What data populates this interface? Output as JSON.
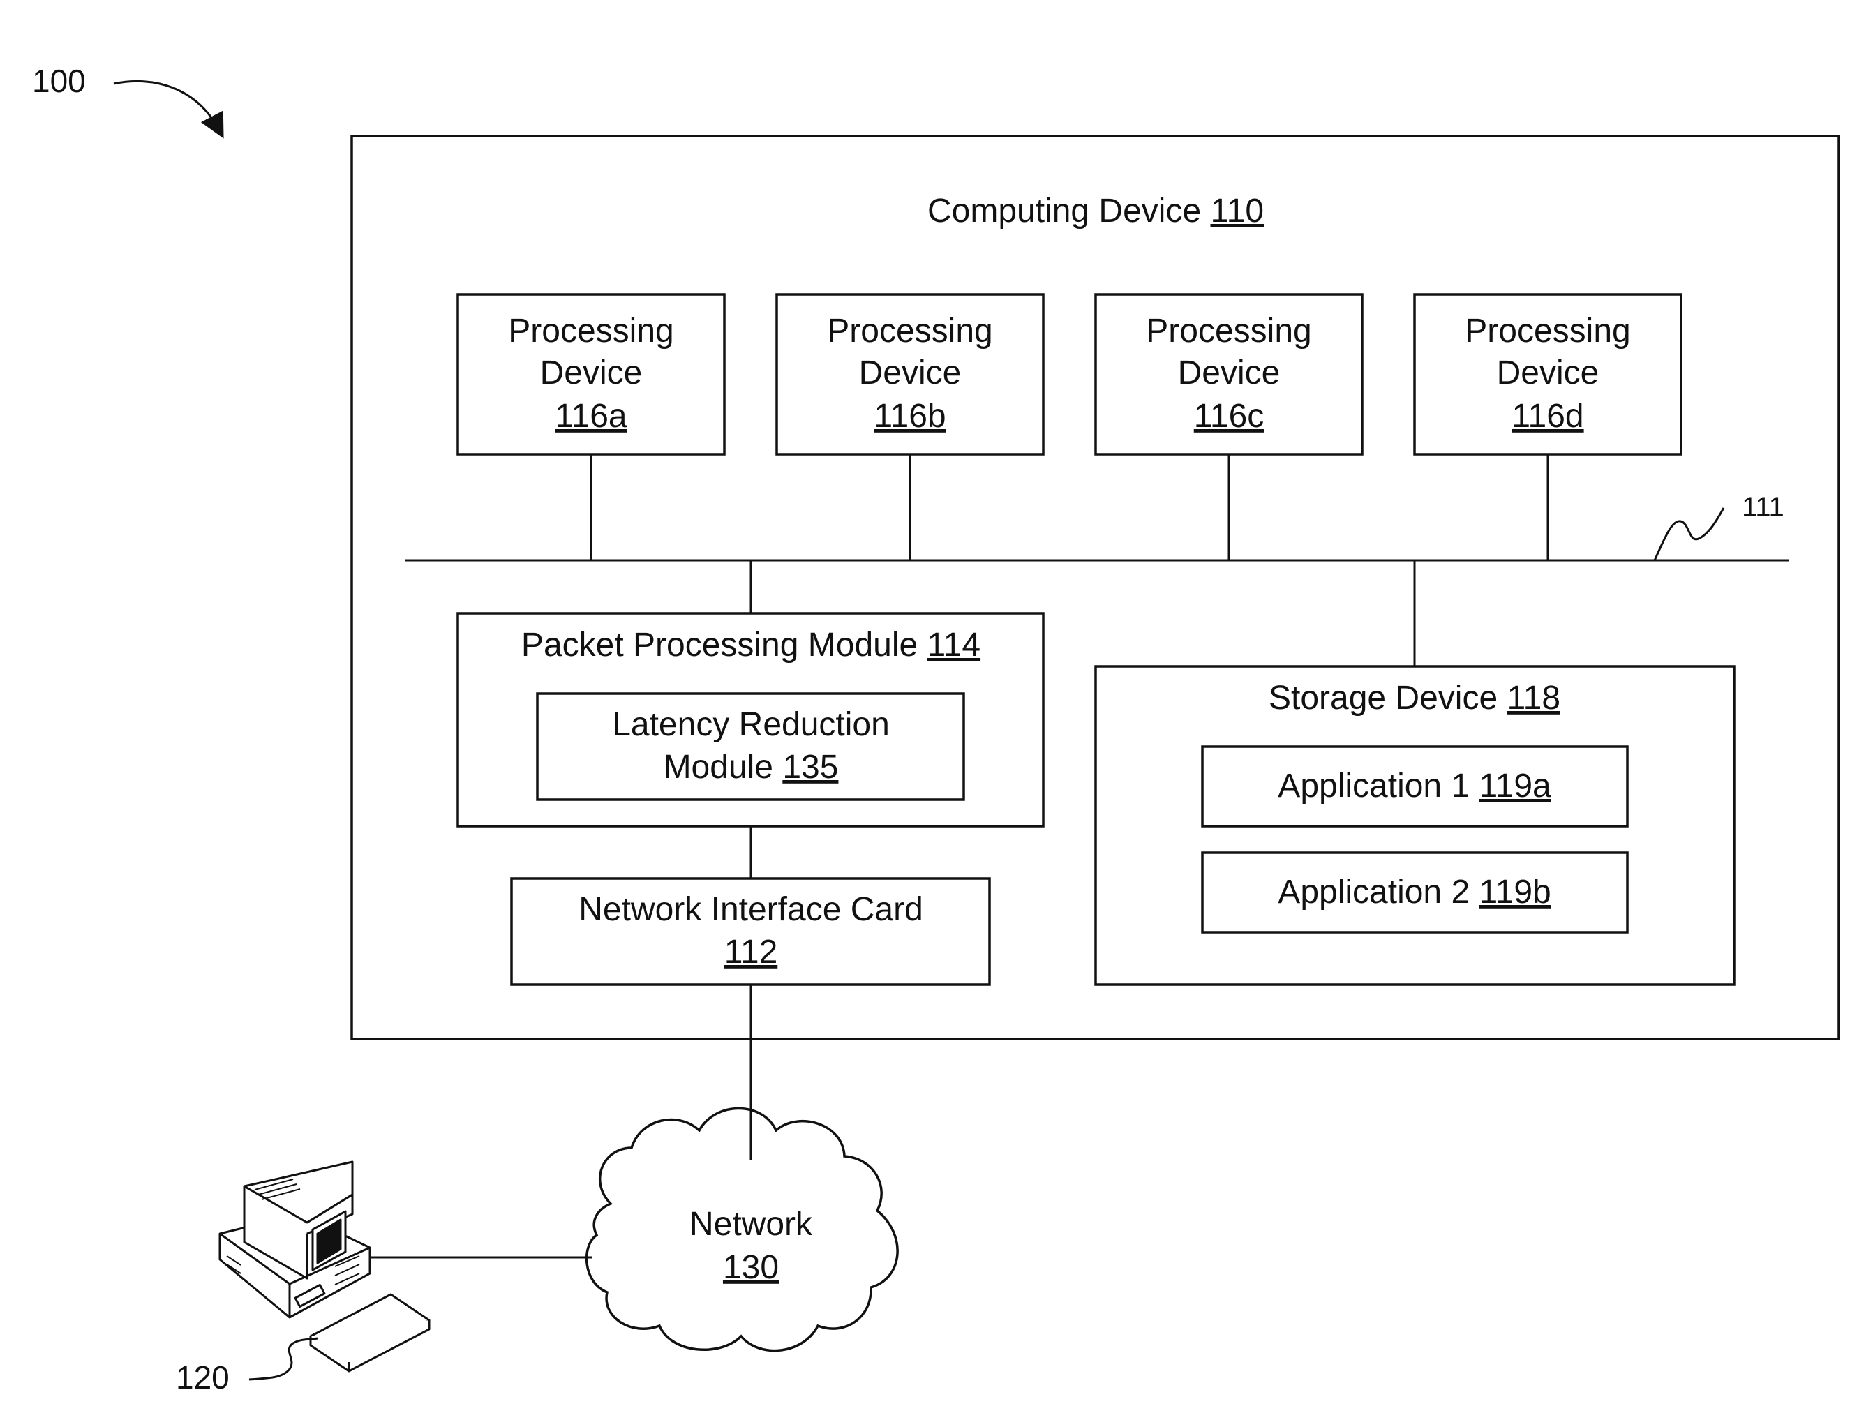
{
  "figure_ref": "100",
  "computing_device": {
    "label": "Computing Device ",
    "ref": "110"
  },
  "bus_ref": "111",
  "processing_devices": [
    {
      "line1": "Processing",
      "line2": "Device",
      "ref": "116a"
    },
    {
      "line1": "Processing",
      "line2": "Device",
      "ref": "116b"
    },
    {
      "line1": "Processing",
      "line2": "Device",
      "ref": "116c"
    },
    {
      "line1": "Processing",
      "line2": "Device",
      "ref": "116d"
    }
  ],
  "packet_processing_module": {
    "label": "Packet Processing Module ",
    "ref": "114"
  },
  "latency_reduction_module": {
    "line1": "Latency Reduction",
    "line2": "Module ",
    "ref": "135"
  },
  "network_interface_card": {
    "line1": "Network Interface Card",
    "ref": "112"
  },
  "storage_device": {
    "label": "Storage Device ",
    "ref": "118"
  },
  "applications": [
    {
      "label": "Application 1 ",
      "ref": "119a"
    },
    {
      "label": "Application 2 ",
      "ref": "119b"
    }
  ],
  "network": {
    "label": "Network",
    "ref": "130"
  },
  "client_ref": "120"
}
